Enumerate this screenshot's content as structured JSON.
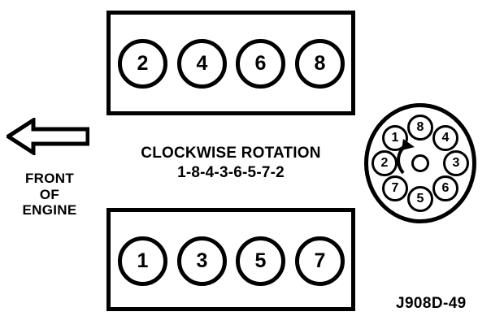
{
  "diagram": {
    "figure_caption": "J908D-49",
    "rotation_label": "CLOCKWISE ROTATION",
    "firing_order": "1-8-4-3-6-5-7-2",
    "front_of_engine": {
      "line1": "FRONT",
      "line2": "OF",
      "line3": "ENGINE",
      "arrow_direction": "left"
    },
    "banks": [
      {
        "name": "top-bank",
        "cylinders": [
          "2",
          "4",
          "6",
          "8"
        ]
      },
      {
        "name": "bottom-bank",
        "cylinders": [
          "1",
          "3",
          "5",
          "7"
        ]
      }
    ],
    "distributor": {
      "rotation": "clockwise",
      "terminals": [
        {
          "label": "8",
          "angle_deg": 0
        },
        {
          "label": "4",
          "angle_deg": 45
        },
        {
          "label": "3",
          "angle_deg": 90
        },
        {
          "label": "6",
          "angle_deg": 135
        },
        {
          "label": "5",
          "angle_deg": 180
        },
        {
          "label": "7",
          "angle_deg": 225
        },
        {
          "label": "2",
          "angle_deg": 270
        },
        {
          "label": "1",
          "angle_deg": 315
        }
      ]
    },
    "colors": {
      "ink": "#000000",
      "background": "#ffffff"
    }
  }
}
